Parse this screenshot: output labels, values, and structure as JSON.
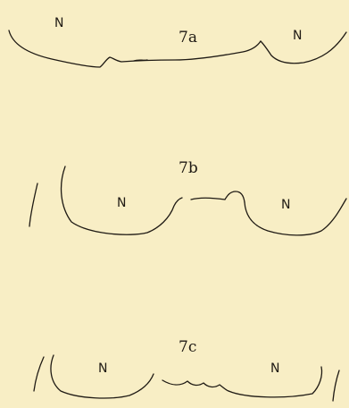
{
  "figures": [
    {
      "label": "7a",
      "left_region": "N",
      "right_region": "N"
    },
    {
      "label": "7b",
      "left_region": "N",
      "right_region": "N"
    },
    {
      "label": "7c",
      "left_region": "N",
      "right_region": "N"
    }
  ],
  "colors": {
    "paper": "#f8eec5",
    "ink": "#1f1a14"
  }
}
